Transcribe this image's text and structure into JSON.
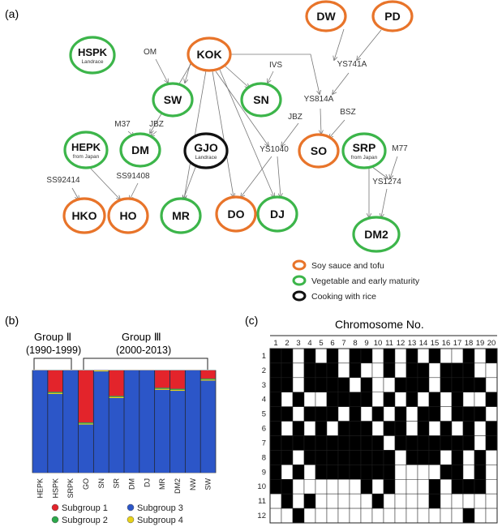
{
  "colors": {
    "soy": "#e8742a",
    "veg": "#3cb54a",
    "rice": "#111111",
    "arrow": "#777777",
    "sub1": "#e3242b",
    "sub2": "#2ca84a",
    "sub3": "#2c56c8",
    "sub4": "#e8d21a",
    "chrom_fill": "#000000"
  },
  "panel_a": {
    "label": "(a)",
    "nodes": [
      {
        "id": "DW",
        "label": "DW",
        "sub": "",
        "type": "soy"
      },
      {
        "id": "PD",
        "label": "PD",
        "sub": "",
        "type": "soy"
      },
      {
        "id": "HSPK",
        "label": "HSPK",
        "sub": "Landrace",
        "type": "veg"
      },
      {
        "id": "KOK",
        "label": "KOK",
        "sub": "",
        "type": "soy"
      },
      {
        "id": "SW",
        "label": "SW",
        "sub": "",
        "type": "veg"
      },
      {
        "id": "SN",
        "label": "SN",
        "sub": "",
        "type": "veg"
      },
      {
        "id": "HEPK",
        "label": "HEPK",
        "sub": "from Japan",
        "type": "veg"
      },
      {
        "id": "DM",
        "label": "DM",
        "sub": "",
        "type": "veg"
      },
      {
        "id": "GJO",
        "label": "GJO",
        "sub": "Landrace",
        "type": "rice"
      },
      {
        "id": "SO",
        "label": "SO",
        "sub": "",
        "type": "soy"
      },
      {
        "id": "SRP",
        "label": "SRP",
        "sub": "from Japan",
        "type": "veg"
      },
      {
        "id": "HKO",
        "label": "HKO",
        "sub": "",
        "type": "soy"
      },
      {
        "id": "HO",
        "label": "HO",
        "sub": "",
        "type": "soy"
      },
      {
        "id": "MR",
        "label": "MR",
        "sub": "",
        "type": "veg"
      },
      {
        "id": "DO",
        "label": "DO",
        "sub": "",
        "type": "soy"
      },
      {
        "id": "DJ",
        "label": "DJ",
        "sub": "",
        "type": "veg"
      },
      {
        "id": "DM2",
        "label": "DM2",
        "sub": "",
        "type": "veg"
      }
    ],
    "parent_labels": [
      "OM",
      "IVS",
      "YS741A",
      "YS814A",
      "BSZ",
      "JBZ",
      "M37",
      "JBZ",
      "YS1040",
      "M77",
      "YS1274",
      "SS92414",
      "SS91408"
    ],
    "legend": [
      {
        "type": "soy",
        "text": "Soy sauce and tofu"
      },
      {
        "type": "veg",
        "text": "Vegetable and early maturity"
      },
      {
        "type": "rice",
        "text": "Cooking with rice"
      }
    ]
  },
  "panel_b": {
    "label": "(b)",
    "group2": "Group Ⅱ",
    "group2_years": "(1990-1999)",
    "group3": "Group Ⅲ",
    "group3_years": "(2000-2013)",
    "legend": [
      "Subgroup 1",
      "Subgroup 2",
      "Subgroup 3",
      "Subgroup 4"
    ]
  },
  "chart_data": {
    "type": "bar",
    "stacked": true,
    "categories": [
      "HEPK",
      "HSPK",
      "SRPK",
      "GO",
      "SN",
      "SR",
      "DM",
      "DJ",
      "MR",
      "DM2",
      "NW",
      "SW"
    ],
    "series": [
      {
        "name": "Subgroup 1",
        "values": [
          0.0,
          0.21,
          0.0,
          0.51,
          0.0,
          0.25,
          0.0,
          0.0,
          0.17,
          0.18,
          0.0,
          0.08
        ]
      },
      {
        "name": "Subgroup 2",
        "values": [
          0.0,
          0.01,
          0.0,
          0.01,
          0.0,
          0.01,
          0.0,
          0.0,
          0.01,
          0.01,
          0.0,
          0.01
        ]
      },
      {
        "name": "Subgroup 3",
        "values": [
          1.0,
          0.77,
          1.0,
          0.47,
          0.99,
          0.73,
          1.0,
          1.0,
          0.81,
          0.8,
          1.0,
          0.9
        ]
      },
      {
        "name": "Subgroup 4",
        "values": [
          0.0,
          0.01,
          0.0,
          0.01,
          0.01,
          0.01,
          0.0,
          0.0,
          0.01,
          0.01,
          0.0,
          0.01
        ]
      }
    ],
    "ylim": [
      0,
      1
    ]
  },
  "panel_c": {
    "label": "(c)",
    "title": "Chromosome No.",
    "columns": [
      "1",
      "2",
      "3",
      "4",
      "5",
      "6",
      "7",
      "8",
      "9",
      "10",
      "11",
      "12",
      "13",
      "14",
      "15",
      "16",
      "17",
      "18",
      "19",
      "20"
    ],
    "rows": [
      "1",
      "2",
      "3",
      "4",
      "5",
      "6",
      "7",
      "8",
      "9",
      "10",
      "11",
      "12"
    ],
    "grid": [
      "11010101101010100101",
      "11011101001011011100",
      "11011110100111011110",
      "10100111101010101001",
      "11011101010101101110",
      "10101011101101010101",
      "11111111110111111101",
      "11011111111011101010",
      "10101111111000011010",
      "11000000101000101110",
      "01010000010000100000",
      "00100000000000000100"
    ]
  }
}
